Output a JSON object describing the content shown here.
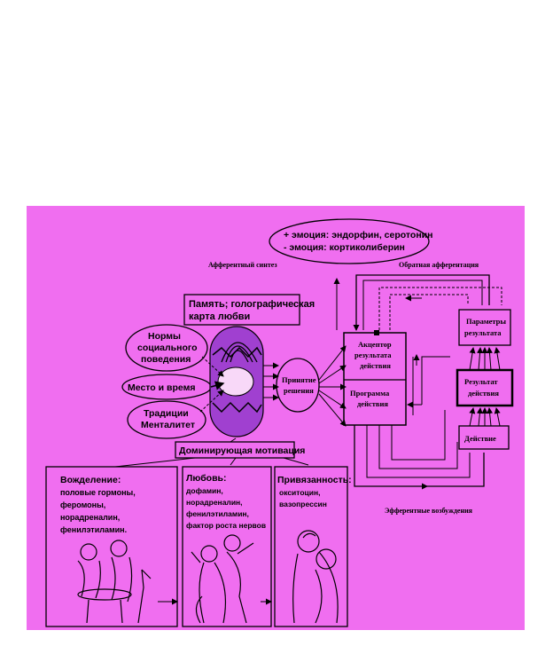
{
  "emotions": {
    "positive": "+ эмоция: эндорфин, серотонин",
    "negative": "- эмоция: кортиколиберин"
  },
  "afferent_synthesis": "Афферентный синтез",
  "feedback_afferentation": "Обратная афферентация",
  "memory": {
    "line1": "Память; голографическая",
    "line2": "карта любви"
  },
  "inputs": {
    "norms": [
      "Нормы",
      "социального",
      "поведения"
    ],
    "place_time": "Место и время",
    "traditions": [
      "Традиции",
      "Менталитет"
    ]
  },
  "decision": [
    "Принятие",
    "решения"
  ],
  "acceptor": [
    "Акцептор",
    "результата",
    "действия"
  ],
  "program": [
    "Программа",
    "действия"
  ],
  "params": [
    "Параметры",
    "результата"
  ],
  "result": [
    "Результат",
    "действия"
  ],
  "action": "Действие",
  "efferent": "Эфферентные возбуждения",
  "dominant": "Доминирующая мотивация",
  "lust": {
    "title": "Вожделение:",
    "lines": [
      "половые гормоны,",
      "феромоны,",
      "норадреналин,",
      "фенилэтиламин."
    ]
  },
  "love": {
    "title": "Любовь:",
    "lines": [
      "дофамин,",
      "норадреналин,",
      "фенилэтиламин,",
      "фактор роста нервов"
    ]
  },
  "attachment": {
    "title": "Привязанность:",
    "lines": [
      "окситоцин,",
      "вазопрессин"
    ]
  },
  "colors": {
    "background": "#f06ef0",
    "memory_fill": "#a040d0"
  }
}
